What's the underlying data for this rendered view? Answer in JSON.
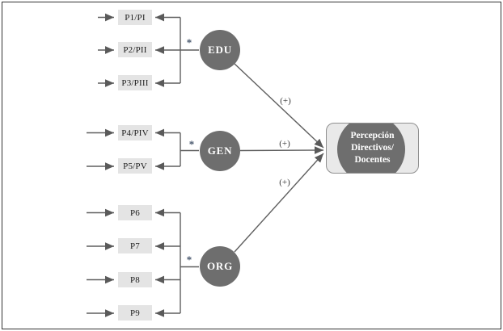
{
  "diagram": {
    "outcome": {
      "line1": "Percepción",
      "line2": "Directivos/",
      "line3": "Docentes"
    },
    "latents": [
      {
        "label": "EDU",
        "weight_label": "*",
        "path_label": "(+)"
      },
      {
        "label": "GEN",
        "weight_label": "*",
        "path_label": "(+)"
      },
      {
        "label": "ORG",
        "weight_label": "*",
        "path_label": "(+)"
      }
    ],
    "indicators": [
      {
        "label": "P1/PI"
      },
      {
        "label": "P2/PII"
      },
      {
        "label": "P3/PIII"
      },
      {
        "label": "P4/PIV"
      },
      {
        "label": "P5/PV"
      },
      {
        "label": "P6"
      },
      {
        "label": "P7"
      },
      {
        "label": "P8"
      },
      {
        "label": "P9"
      }
    ],
    "colors": {
      "latent_fill": "#6e6e6e",
      "indicator_fill": "#e4e4e4",
      "outcome_box_fill": "#e9e9e9",
      "outcome_circle_fill": "#6e6e6e",
      "line": "#5f5f5f",
      "sign_text": "#3a3a3a",
      "asterisk_text": "#44546a",
      "frame_border": "#333333"
    }
  }
}
